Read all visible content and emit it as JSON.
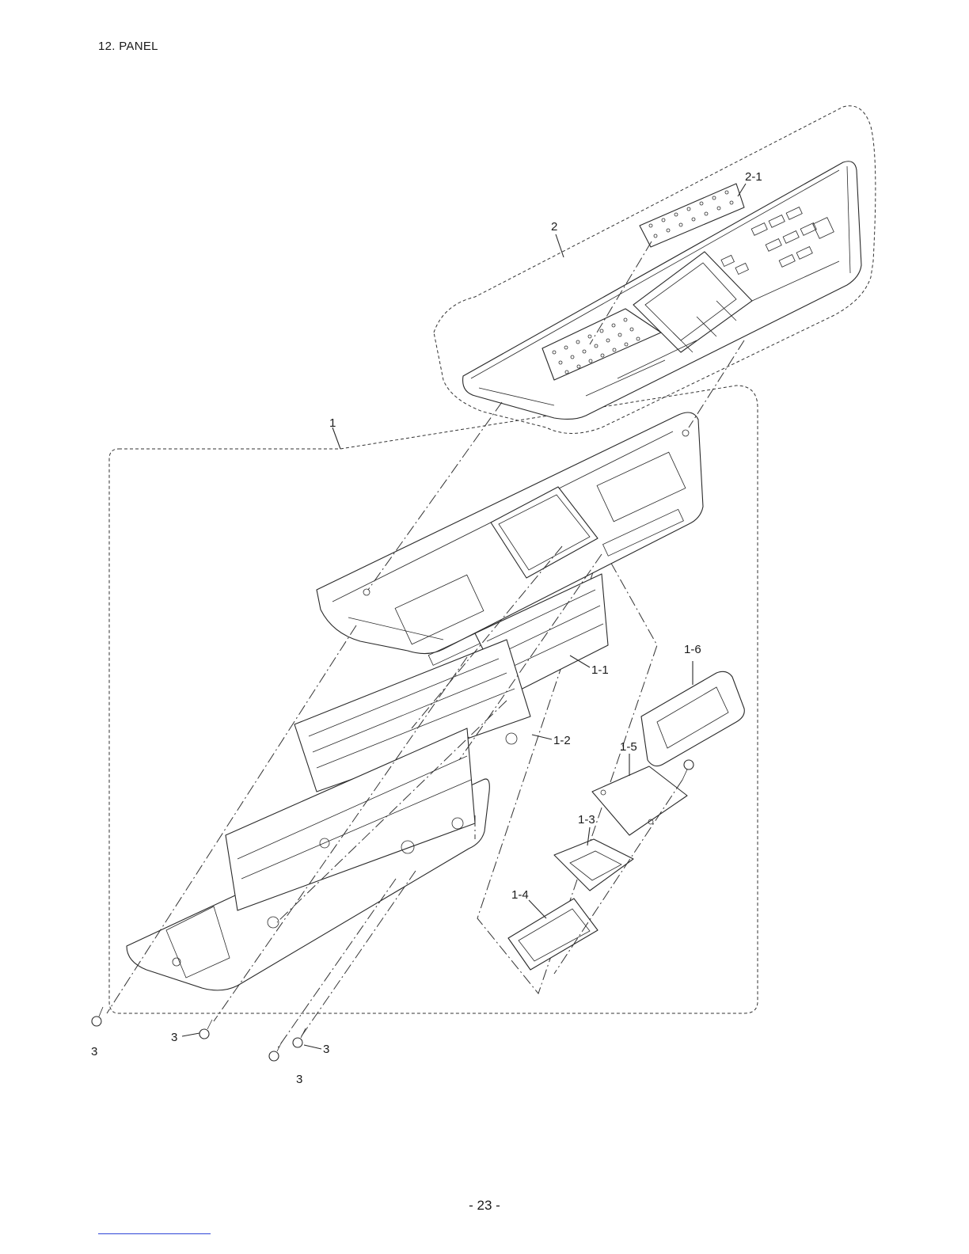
{
  "section_title": "12. PANEL",
  "page_number": "- 23 -",
  "callouts": {
    "c1": "1",
    "c1_1": "1-1",
    "c1_2": "1-2",
    "c1_3": "1-3",
    "c1_4": "1-4",
    "c1_5": "1-5",
    "c1_6": "1-6",
    "c2": "2",
    "c2_1": "2-1",
    "c3a": "3",
    "c3b": "3",
    "c3c": "3",
    "c3d": "3"
  }
}
